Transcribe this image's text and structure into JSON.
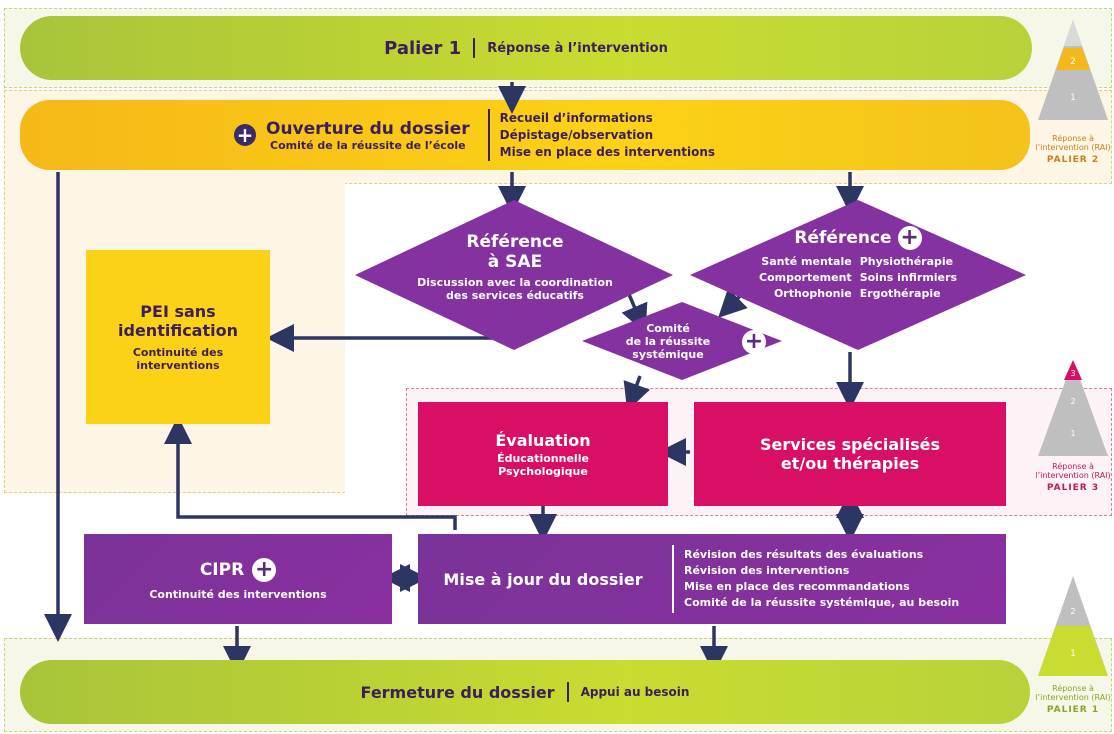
{
  "palier1_top": {
    "title": "Palier 1",
    "subtitle": "Réponse à l’intervention"
  },
  "ouverture": {
    "title": "Ouverture du dossier",
    "subtitle": "Comité de la réussite de l’école",
    "items": [
      "Recueil d’informations",
      "Dépistage/observation",
      "Mise en place des interventions"
    ]
  },
  "reference_sae": {
    "title1": "Référence",
    "title2": "à SAE",
    "text1": "Discussion avec la coordination",
    "text2": "des services éducatifs"
  },
  "reference_plus": {
    "title": "Référence",
    "col1": [
      "Santé mentale",
      "Comportement",
      "Orthophonie"
    ],
    "col2": [
      "Physiothérapie",
      "Soins infirmiers",
      "Ergothérapie"
    ]
  },
  "comite": {
    "lines": [
      "Comité",
      "de la réussite",
      "systémique"
    ]
  },
  "pei": {
    "title1": "PEI sans",
    "title2": "identification",
    "text": [
      "Continuité des",
      "interventions"
    ]
  },
  "evaluation": {
    "title": "Évaluation",
    "lines": [
      "Éducationnelle",
      "Psychologique"
    ]
  },
  "services": {
    "title1": "Services spécialisés",
    "title2": "et/ou thérapies"
  },
  "cipr": {
    "title": "CIPR",
    "text": "Continuité des interventions"
  },
  "miseajour": {
    "title": "Mise à jour du dossier",
    "items": [
      "Révision des résultats des évaluations",
      "Révision des interventions",
      "Mise en place des recommandations",
      "Comité de la réussite systémique, au besoin"
    ]
  },
  "fermeture": {
    "title": "Fermeture du dossier",
    "subtitle": "Appui au besoin"
  },
  "pyramid_labels": {
    "rai1": "Réponse à",
    "rai2": "l’intervention (RAI)",
    "palier2": "PALIER 2",
    "palier3": "PALIER 3",
    "palier1": "PALIER 1"
  },
  "pyramid_numbers": {
    "n1": "1",
    "n2": "2",
    "n3": "3"
  },
  "colors": {
    "green": "#b9d134",
    "yellow": "#fcd216",
    "purple": "#8432a0",
    "magenta": "#d80f64",
    "arrow": "#2d3563"
  }
}
